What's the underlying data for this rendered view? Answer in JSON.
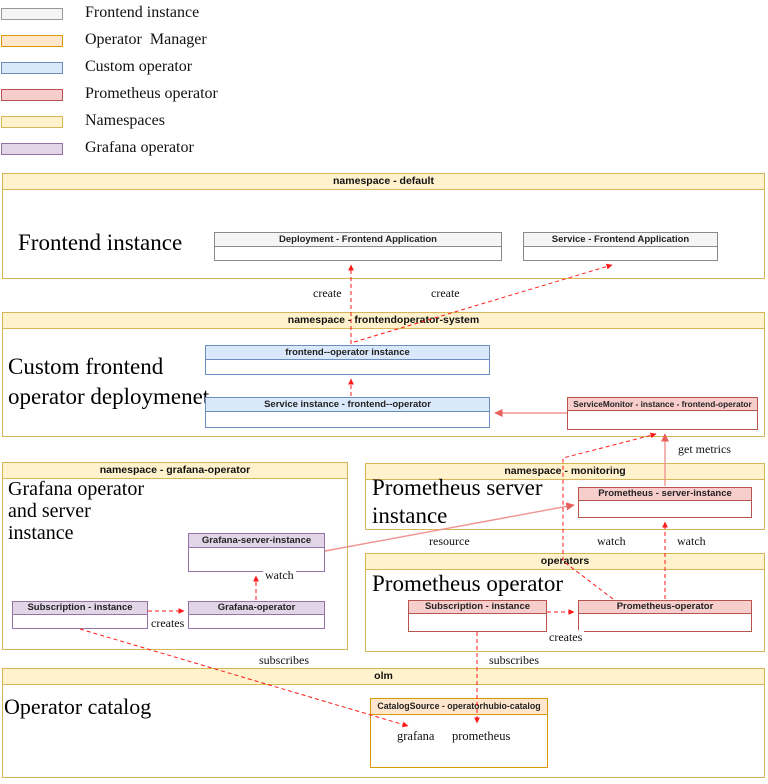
{
  "legend": {
    "items": [
      {
        "label": "Frontend instance",
        "fill": "#f5f5f5",
        "border": "#999999"
      },
      {
        "label": "Operator  Manager",
        "fill": "#ffe6cc",
        "border": "#d79b00"
      },
      {
        "label": "Custom operator",
        "fill": "#dae8fc",
        "border": "#6c8ebf"
      },
      {
        "label": "Prometheus operator",
        "fill": "#f8cecc",
        "border": "#b85450"
      },
      {
        "label": "Namespaces",
        "fill": "#fff2cc",
        "border": "#d6b656"
      },
      {
        "label": "Grafana operator",
        "fill": "#e1d5e7",
        "border": "#9673a6"
      }
    ]
  },
  "sections": {
    "default": {
      "header": "namespace - default",
      "title": "Frontend instance"
    },
    "frontendoperator": {
      "header": "namespace - frontendoperator-system",
      "title": "Custom frontend operator deploymenet"
    },
    "grafana": {
      "header": "namespace - grafana-operator",
      "title": "Grafana operator and server instance"
    },
    "monitoring": {
      "header": "namespace - monitoring",
      "title": "Prometheus server instance"
    },
    "operators": {
      "header": "operators",
      "title": "Prometheus operator"
    },
    "olm": {
      "header": "olm",
      "title": "Operator catalog"
    }
  },
  "boxes": {
    "deployment_frontend": "Deployment - Frontend Application",
    "service_frontend": "Service - Frontend Application",
    "frontend_operator_instance": "frontend--operator instance",
    "service_instance_frontend_operator": "Service instance - frontend--operator",
    "servicemonitor": "ServiceMonitor - instance - frontend-operator",
    "grafana_server_instance": "Grafana-server-instance",
    "grafana_subscription": "Subscription - instance",
    "grafana_operator": "Grafana-operator",
    "prometheus_server_instance": "Prometheus - server-instance",
    "prometheus_subscription": "Subscription - instance",
    "prometheus_operator": "Prometheus-operator",
    "catalogsource": "CatalogSource - operatorhubio-catalog",
    "catalog_grafana": "grafana",
    "catalog_prometheus": "prometheus"
  },
  "edge_labels": {
    "create_deployment": "create",
    "create_service": "create",
    "get_metrics": "get metrics",
    "resource": "resource",
    "watch_grafana": "watch",
    "creates_grafana": "creates",
    "subscribes_grafana": "subscribes",
    "watch_servicemonitor": "watch",
    "watch_prometheus": "watch",
    "creates_prometheus": "creates",
    "subscribes_prometheus": "subscribes"
  },
  "colors": {
    "dashed_connector": "#ff1a1a",
    "solid_connector": "#f09390",
    "namespace_border": "#d6b656",
    "namespace_header_fill": "#fff2cc"
  }
}
